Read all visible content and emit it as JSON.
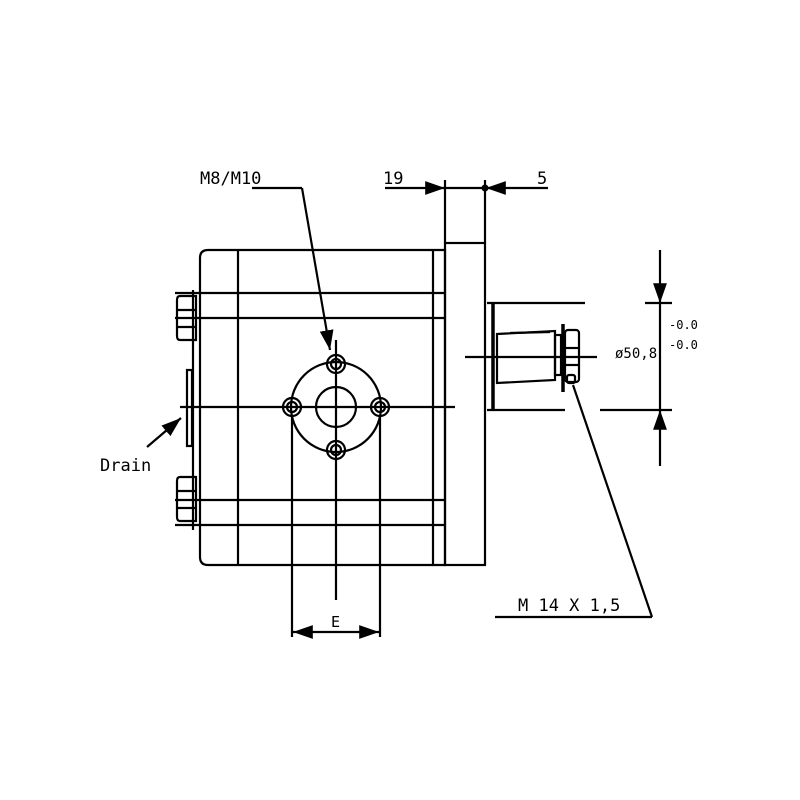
{
  "drawing": {
    "labels": {
      "port_thread": "M8/M10",
      "dim_19": "19",
      "dim_5": "5",
      "diameter": "ø50,8",
      "tol_upper": "-0.0",
      "tol_lower": "-0.0",
      "drain": "Drain",
      "dim_e": "E",
      "shaft_thread": "M 14 X 1,5"
    },
    "line_color": "#000000",
    "background": "#ffffff"
  }
}
